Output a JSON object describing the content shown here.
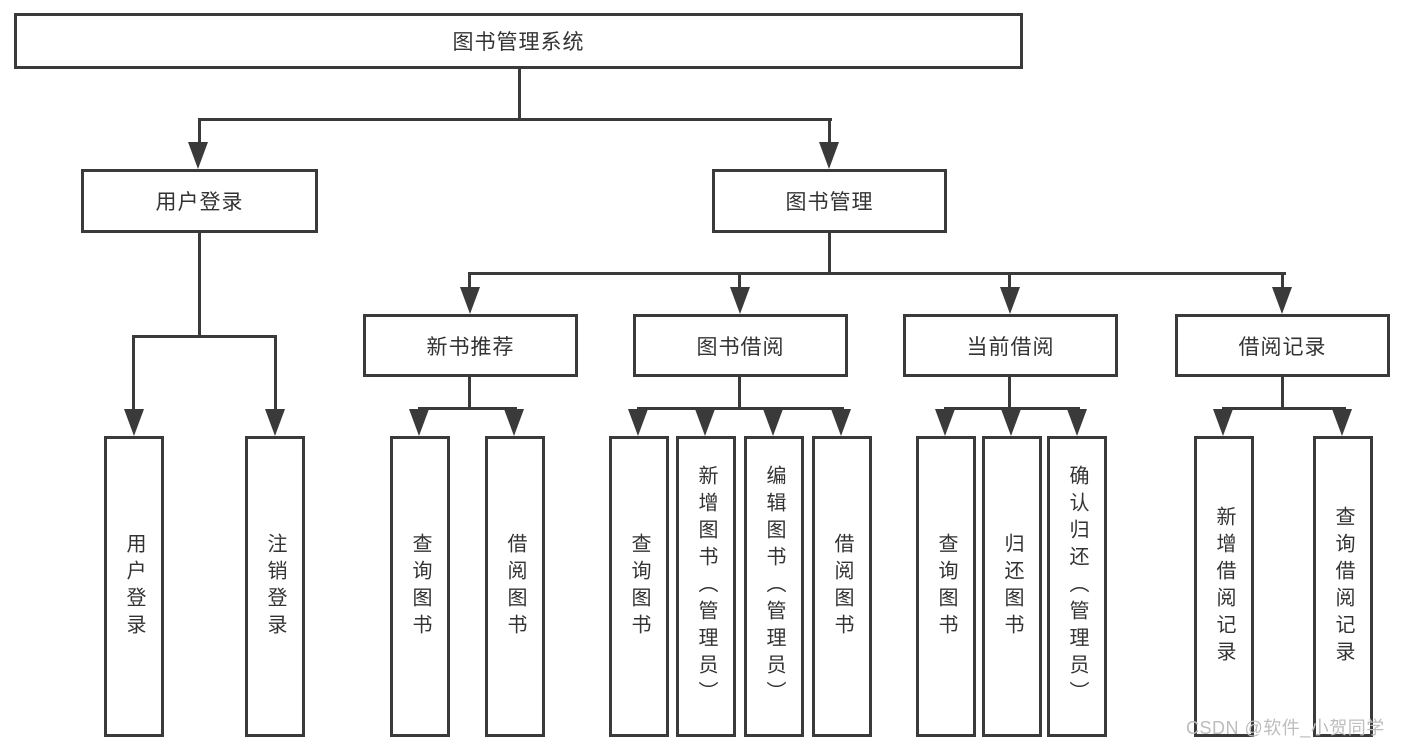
{
  "diagram": {
    "root_label": "图书管理系统",
    "branches": [
      {
        "label": "用户登录",
        "leaves": [
          {
            "label": "用户登录"
          },
          {
            "label": "注销登录"
          }
        ]
      },
      {
        "label": "图书管理",
        "sections": [
          {
            "label": "新书推荐",
            "leaves": [
              {
                "label": "查询图书"
              },
              {
                "label": "借阅图书"
              }
            ]
          },
          {
            "label": "图书借阅",
            "leaves": [
              {
                "label": "查询图书"
              },
              {
                "label": "新增图书（管理员）"
              },
              {
                "label": "编辑图书（管理员）"
              },
              {
                "label": "借阅图书"
              }
            ]
          },
          {
            "label": "当前借阅",
            "leaves": [
              {
                "label": "查询图书"
              },
              {
                "label": "归还图书"
              },
              {
                "label": "确认归还（管理员）"
              }
            ]
          },
          {
            "label": "借阅记录",
            "leaves": [
              {
                "label": "新增借阅记录"
              },
              {
                "label": "查询借阅记录"
              }
            ]
          }
        ]
      }
    ]
  },
  "watermark": {
    "text": "CSDN @软件_小贺同学"
  },
  "colors": {
    "line": "#3a3a3a",
    "text": "#333333",
    "watermark": "#bdbdbd",
    "background": "#ffffff"
  }
}
